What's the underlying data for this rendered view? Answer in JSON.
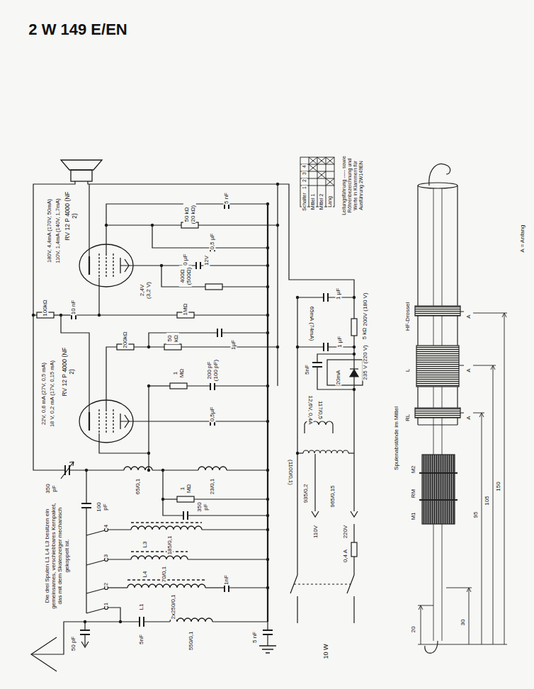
{
  "diagram": {
    "title": "2 W 149 E/EN",
    "labels": [
      "180V, 4,4mA (170V, 50mA)",
      "110V, 1,4mA (140V, 1,7mA)",
      "RV 12 P 4000 (NF 2)",
      "5 nF",
      "50 kΩ (20 kΩ)",
      "0,5 µF",
      "12V",
      "10 µF",
      "400Ω (500Ω)",
      "2,4V (3,2 V)",
      "1MΩ",
      "10 nF",
      "100kΩ",
      "200kΩ",
      "1µF",
      "50 kΩ",
      "1 MΩ",
      "200 pF (100 pF)",
      "22V, 0,6 mA (27V, 0,5 mA)",
      "18 V, 0,2 mA (17V, 0,15 mA)",
      "RV 12 P 4000 (NF 2)",
      "0,5µF",
      "350 pF",
      "65/0,1",
      "23/0,1",
      "1 MΩ",
      "100 pF",
      "350 pF",
      "L3",
      "185/0,1",
      "L4",
      "70/0,1",
      "L1",
      "2x250/0,1",
      "1nF",
      "4",
      "3",
      "2",
      "1",
      "5nF",
      "50 pF",
      "550/0,1",
      "5 nF",
      "Die drei Spulen L1 L4 L3 besitzen ein gemeinsames, verschiebbares Kernpaket, das mit dem Skalenzeiger mechanisch gekoppelt ist.",
      "65mA (74mA)",
      "200V (180 V)",
      "1 µF",
      "1 µF",
      "5 kΩ",
      "235 V (220 V)",
      "5nF",
      "20mA",
      "12,6V, 0,4A",
      "117/0,5",
      "(1100/0,1)",
      "935/0,2",
      "965/0,15",
      "110V",
      "220V",
      "0,4 A",
      "10 W",
      "Schalter",
      "1",
      "2",
      "3",
      "4",
      "Mittel 1",
      "Mittel 2",
      "Lang",
      "Leitungsführung ----- sowie Röhrenbezeichnung und Werte in Klammern für Ausführung 2W149EN",
      "HF-Drossel",
      "A",
      "L",
      "A",
      "RL",
      "A",
      "Spulenabstände im Mittel",
      "M2",
      "RM",
      "M1",
      "150",
      "105",
      "95",
      "30",
      "20",
      "A = Anfang"
    ]
  }
}
